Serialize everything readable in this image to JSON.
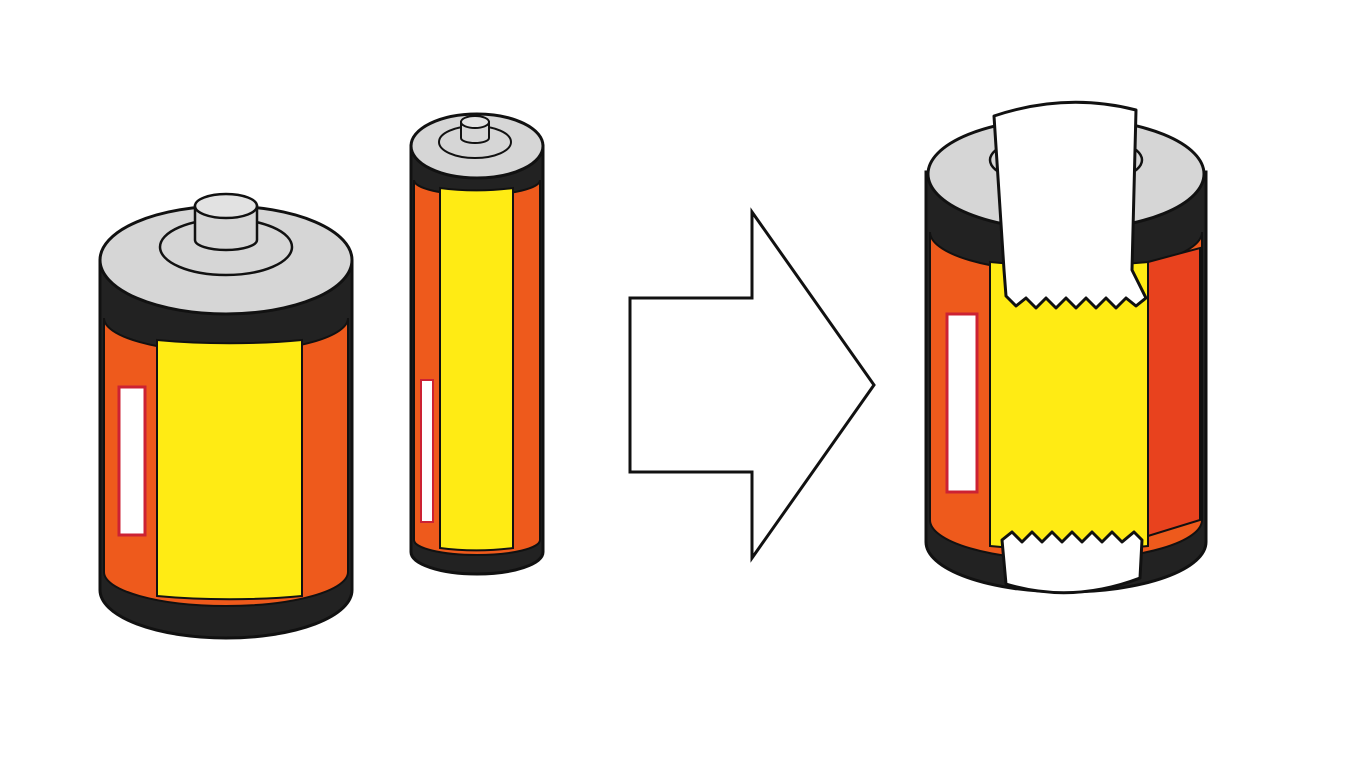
{
  "colors": {
    "background": "#ffffff",
    "label_yellow": "#ffeb14",
    "label_orange": "#ee5a1c",
    "label_red": "#e8421e",
    "cap_gray": "#d6d6d6",
    "band_black": "#222222",
    "outline": "#111111",
    "tape_white": "#ffffff"
  },
  "illustration": {
    "left_items": [
      "d-cell-battery",
      "aa-battery"
    ],
    "arrow_direction": "right",
    "right_item": "battery-with-paper-tape-over-terminals"
  }
}
